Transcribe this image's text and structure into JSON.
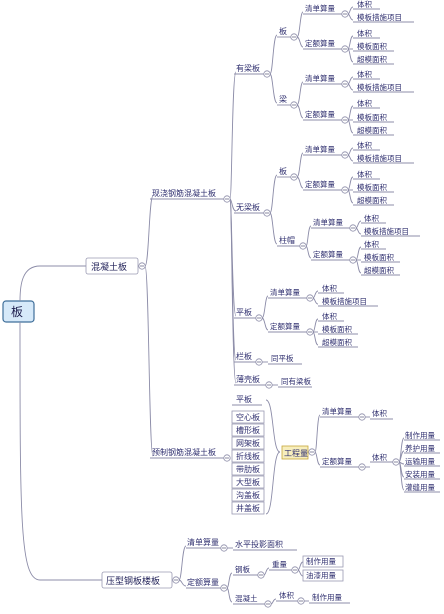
{
  "root": "板",
  "level1": {
    "concrete_slab": "混凝土板",
    "profiled_steel_slab": "压型钢板楼板"
  },
  "cast_in_situ": {
    "title": "现浇钢筋混凝土板",
    "beam_slab": "有梁板",
    "slab": "板",
    "beam": "梁",
    "beamless_slab": "无梁板",
    "column_cap": "柱帽",
    "flat_slab": "平板",
    "lightweight_slab": "栏板",
    "same_as_flat": "同平板",
    "thin_shell_slab": "薄壳板",
    "same_as_beam_slab": "同有梁板"
  },
  "bill_items": {
    "list_quantity": "清单算量",
    "quota_quantity": "定额算量",
    "volume": "体积",
    "formwork_measure": "模板措施项目",
    "formwork_area": "模板面积",
    "super_high_area": "超模面积"
  },
  "precast": {
    "title": "预制钢筋混凝土板",
    "types": [
      "平板",
      "空心板",
      "槽形板",
      "网架板",
      "折线板",
      "带肋板",
      "大型板",
      "沟盖板",
      "井盖板"
    ],
    "work_quantity": "工程量",
    "list_quantity": "清单算量",
    "quota_quantity": "定额算量",
    "volume_list": "体积",
    "volume_quota": "体积",
    "quota_items": [
      "制作用量",
      "养护用量",
      "运输用量",
      "安装用量",
      "灌缝用量"
    ]
  },
  "profiled": {
    "list_quantity": "清单算量",
    "list_rule": "水平投影面积",
    "quota_quantity": "定额算量",
    "steel_plate": "钢板",
    "weight": "重量",
    "steel_items": [
      "制作用量",
      "油漆用量"
    ],
    "concrete": "混凝土",
    "volume": "体积",
    "concrete_item": "制作用量"
  }
}
